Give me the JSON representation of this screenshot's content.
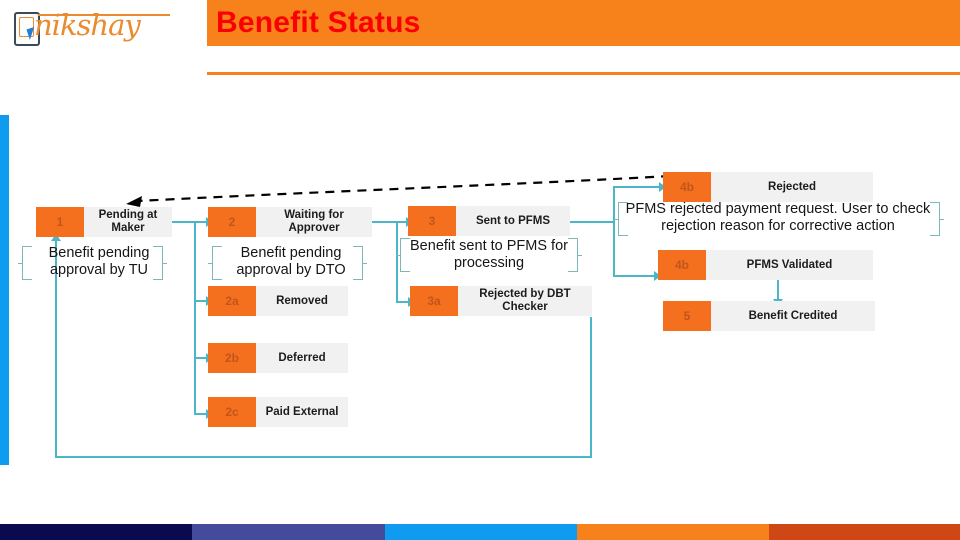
{
  "header": {
    "title": "Benefit Status",
    "bar_color": "#f7821b",
    "title_color": "#fa0000"
  },
  "logo": {
    "brand": "nikshay",
    "icon": "tablet-cursor-icon",
    "color": "#e98b2e"
  },
  "theme": {
    "code_box_color": "#f4701f",
    "label_box_color": "#f1f1f1",
    "connector_color": "#4ab6c8",
    "rail_color": "#0f9bf0"
  },
  "flow": {
    "nodes": [
      {
        "code": "1",
        "label": "Pending at Maker"
      },
      {
        "code": "2",
        "label": "Waiting for Approver"
      },
      {
        "code": "2a",
        "label": "Removed"
      },
      {
        "code": "2b",
        "label": "Deferred"
      },
      {
        "code": "2c",
        "label": "Paid External"
      },
      {
        "code": "3",
        "label": "Sent to PFMS"
      },
      {
        "code": "3a",
        "label": "Rejected by DBT Checker"
      },
      {
        "code": "4b",
        "label": "Rejected"
      },
      {
        "code": "4b",
        "label": "PFMS Validated"
      },
      {
        "code": "5",
        "label": "Benefit Credited"
      }
    ],
    "captions": [
      {
        "text": "Benefit pending approval by TU"
      },
      {
        "text": "Benefit pending approval by DTO"
      },
      {
        "text": "Benefit sent to PFMS for processing"
      },
      {
        "text": "PFMS rejected payment request. User to check rejection reason for corrective action"
      }
    ]
  },
  "bottom_bar": {
    "segments": [
      {
        "color": "#0a0a4e",
        "width": 192
      },
      {
        "color": "#454b9b",
        "width": 193
      },
      {
        "color": "#0f9bf0",
        "width": 192
      },
      {
        "color": "#f7821b",
        "width": 192
      },
      {
        "color": "#cf4715",
        "width": 191
      }
    ]
  }
}
